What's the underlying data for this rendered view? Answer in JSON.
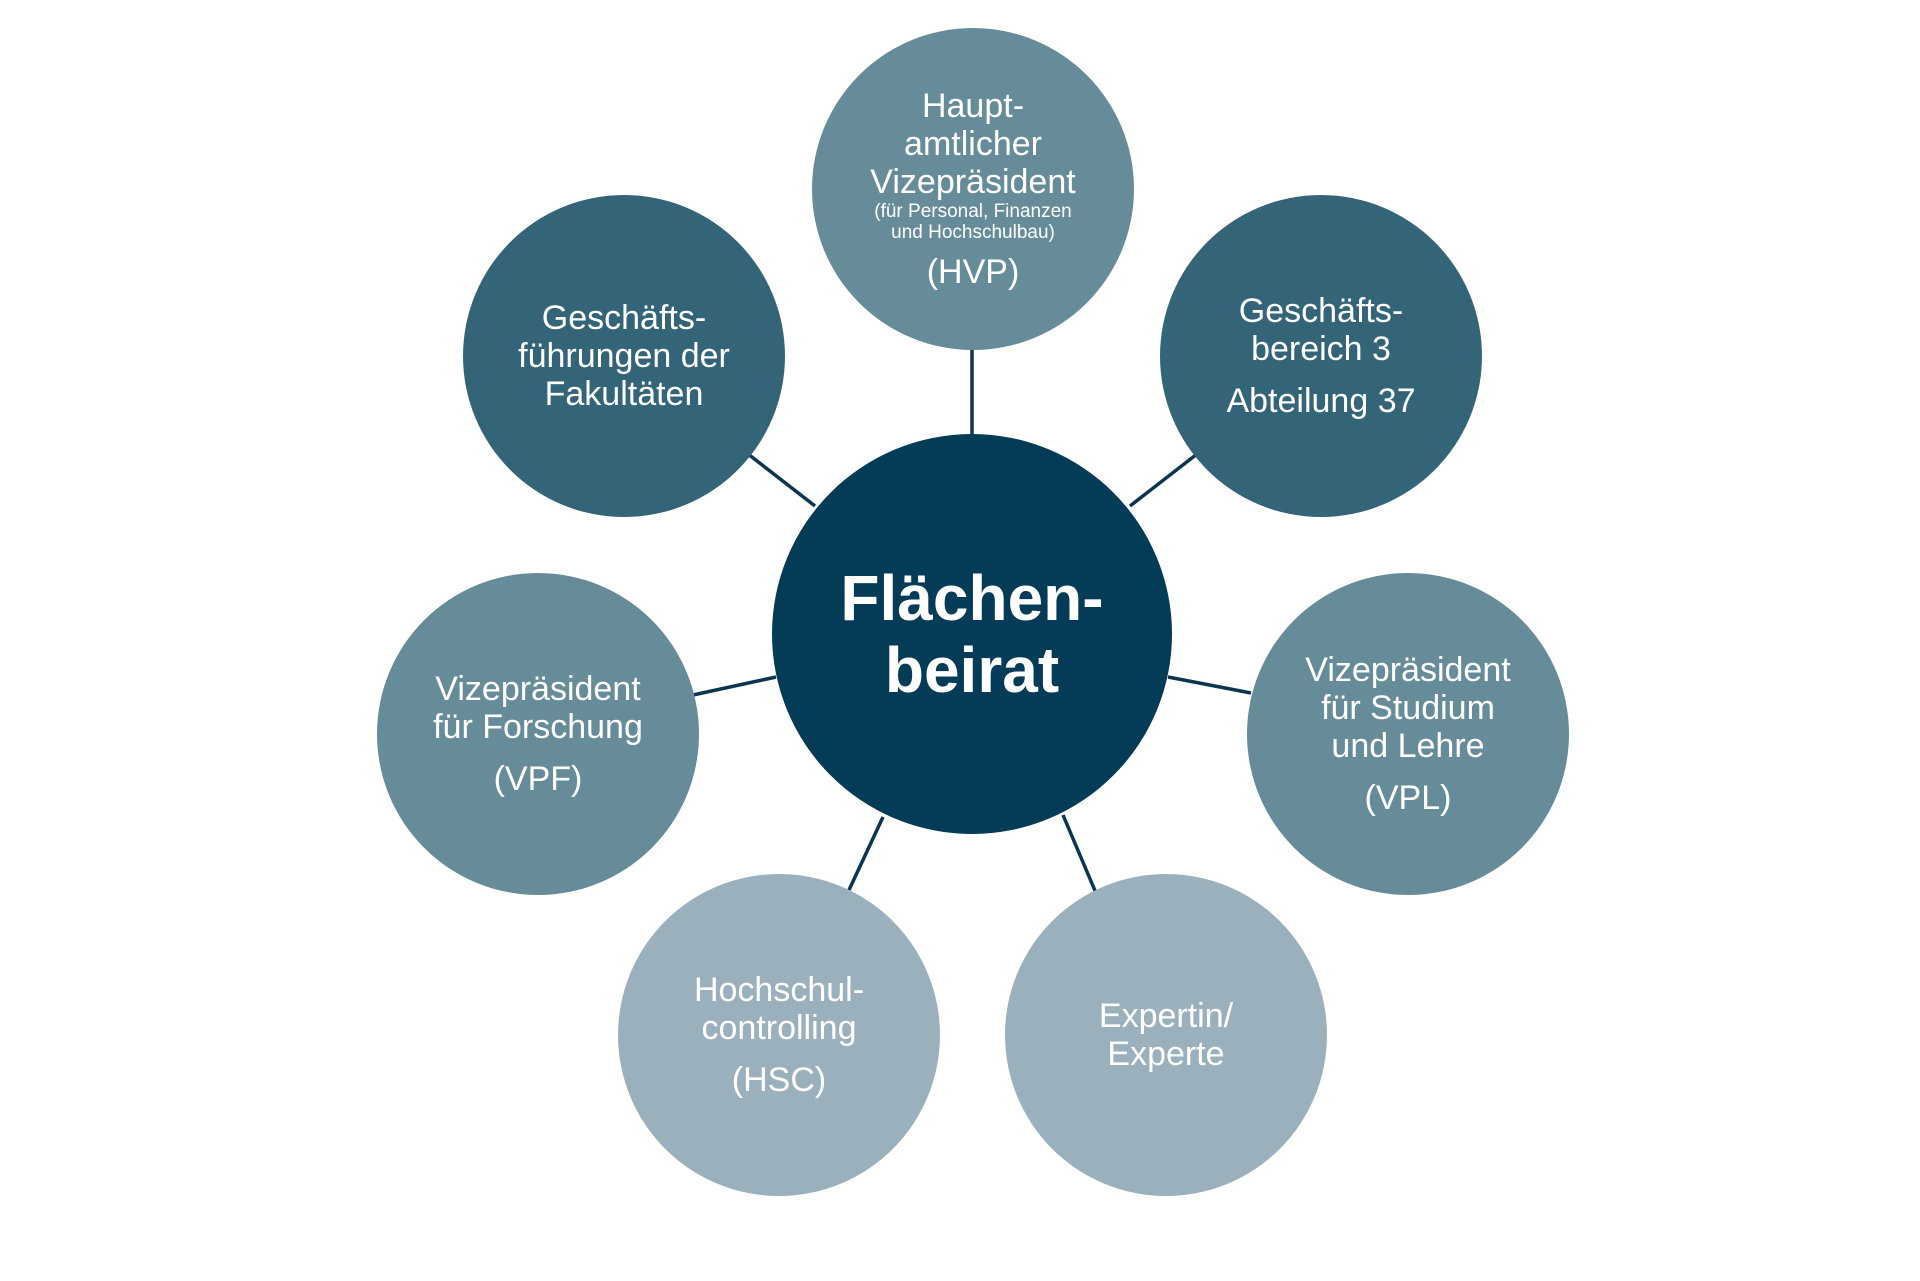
{
  "colors": {
    "center": "#043b57",
    "dark": "#346477",
    "medium": "#668c99",
    "light": "#9ab1bd",
    "connector": "#0b3550",
    "text": "#ffffff"
  },
  "center": {
    "lines": [
      "Flächen-",
      "beirat"
    ]
  },
  "satellites": {
    "hvp": {
      "lines": [
        "Haupt-",
        "amtlicher",
        "Vizepräsident"
      ],
      "small": [
        "(für Personal, Finanzen",
        "und Hochschulbau)"
      ],
      "abbr": "(HVP)"
    },
    "gb3": {
      "lines": [
        "Geschäfts-",
        "bereich 3"
      ],
      "abbr": "Abteilung 37"
    },
    "vpl": {
      "lines": [
        "Vizepräsident",
        "für Studium",
        "und Lehre"
      ],
      "abbr": "(VPL)"
    },
    "experte": {
      "lines": [
        "Expertin/",
        "Experte"
      ]
    },
    "hsc": {
      "lines": [
        "Hochschul-",
        "controlling"
      ],
      "abbr": "(HSC)"
    },
    "vpf": {
      "lines": [
        "Vizepräsident",
        "für Forschung"
      ],
      "abbr": "(VPF)"
    },
    "gf": {
      "lines": [
        "Geschäfts-",
        "führungen der",
        "Fakultäten"
      ]
    }
  }
}
